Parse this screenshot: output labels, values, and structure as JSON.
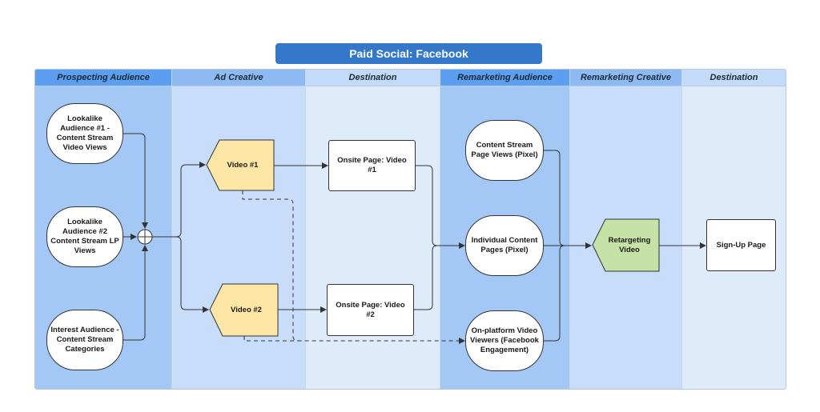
{
  "title": "Paid Social: Facebook",
  "lanes": [
    {
      "label": "Prospecting Audience",
      "color": "#a3c8f5",
      "header_color": "#5c9ff0"
    },
    {
      "label": "Ad Creative",
      "color": "#c7ddf9",
      "header_color": "#8dbaf3"
    },
    {
      "label": "Destination",
      "color": "#deebfb",
      "header_color": "#c3dbf8"
    },
    {
      "label": "Remarketing Audience",
      "color": "#a3c8f5",
      "header_color": "#5c9ff0"
    },
    {
      "label": "Remarketing Creative",
      "color": "#c7ddf9",
      "header_color": "#8dbaf3"
    },
    {
      "label": "Destination",
      "color": "#deebfb",
      "header_color": "#c3dbf8"
    }
  ],
  "nodes": {
    "lookalike1": "Lookalike Audience #1 - Content Stream Video Views",
    "lookalike2": "Lookalike Audience #2 Content Stream LP Views",
    "interest": "Interest Audience - Content Stream Categories",
    "video1": "Video #1",
    "video2": "Video #2",
    "onsite1": "Onsite Page: Video #1",
    "onsite2": "Onsite Page: Video #2",
    "content_stream_views": "Content Stream Page Views (Pixel)",
    "individual_content": "Individual Content Pages (Pixel)",
    "onplatform_viewers": "On-platform Video Viewers (Facebook Engagement)",
    "retargeting_video": "Retargeting Video",
    "signup_page": "Sign-Up Page"
  },
  "colors": {
    "creative_fill": "#fde6a6",
    "retarget_fill": "#c5e3a6",
    "title_bg": "#3478c9"
  }
}
